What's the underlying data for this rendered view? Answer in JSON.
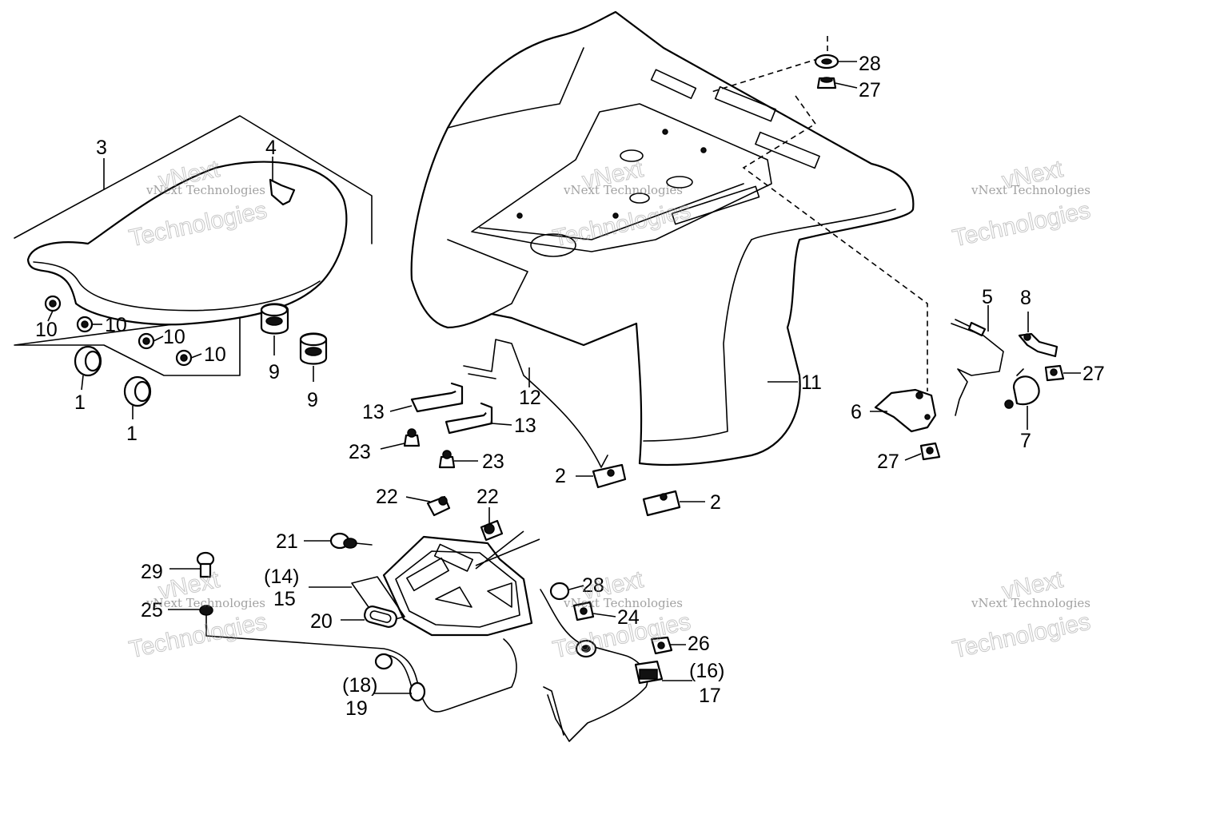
{
  "callouts": {
    "c1a": "1",
    "c1b": "1",
    "c2a": "2",
    "c2b": "2",
    "c3": "3",
    "c4": "4",
    "c5": "5",
    "c6": "6",
    "c7": "7",
    "c8": "8",
    "c9a": "9",
    "c9b": "9",
    "c10a": "10",
    "c10b": "10",
    "c10c": "10",
    "c10d": "10",
    "c11": "11",
    "c12": "12",
    "c13a": "13",
    "c13b": "13",
    "c14": "(14)",
    "c15": "15",
    "c16": "(16)",
    "c17": "17",
    "c18": "(18)",
    "c19": "19",
    "c20": "20",
    "c21": "21",
    "c22a": "22",
    "c22b": "22",
    "c23a": "23",
    "c23b": "23",
    "c24": "24",
    "c25": "25",
    "c26": "26",
    "c27a": "27",
    "c27b": "27",
    "c27c": "27",
    "c28a": "28",
    "c28b": "28",
    "c29": "29"
  },
  "watermark": {
    "brand_line": "vNext Technologies",
    "word_vnext": "vNext",
    "word_tech": "Technologies"
  }
}
